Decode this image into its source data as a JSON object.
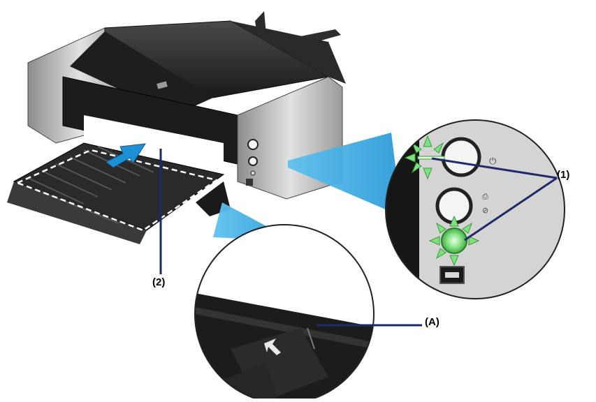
{
  "callouts": {
    "indicator_lamps": "(1)",
    "paper_slot": "(2)",
    "guide_mark": "(A)"
  },
  "colors": {
    "printer_body": "#262626",
    "printer_side_panel": "#bfbfbf",
    "lamp_green": "#7fe07f",
    "leader_line": "#1f2a66",
    "zoom_wedge": "#43b0e6",
    "arrow": "#1e90d6"
  },
  "icons": [
    "power-icon",
    "resume-icon",
    "usb-port-icon",
    "guide-arrow-icon",
    "canon-logo-icon"
  ]
}
